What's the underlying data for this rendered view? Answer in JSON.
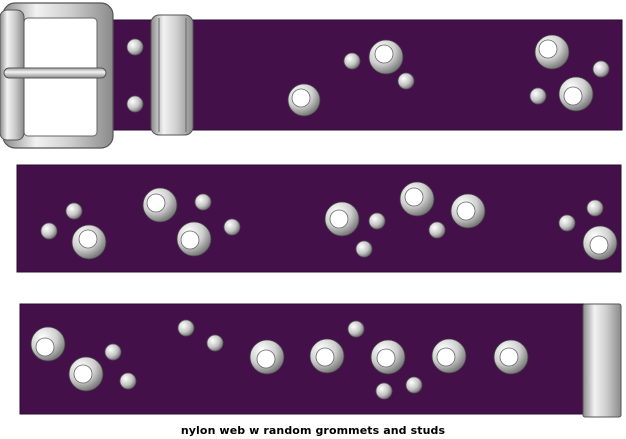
{
  "caption": "nylon web w random grommets and studs",
  "colors": {
    "strap": "#43104a",
    "strap_outline": "#2a0a2f",
    "metal_light": "#f4f4f4",
    "metal_mid": "#c9c9c9",
    "metal_dark": "#7a7a7a",
    "background": "#ffffff"
  },
  "parts": [
    {
      "name": "belt-strap-buckle-end",
      "hardware": [
        "roller-buckle",
        "belt-keeper"
      ]
    },
    {
      "name": "belt-strap-middle",
      "hardware": []
    },
    {
      "name": "belt-strap-tip-end",
      "hardware": [
        "end-tip"
      ]
    }
  ]
}
